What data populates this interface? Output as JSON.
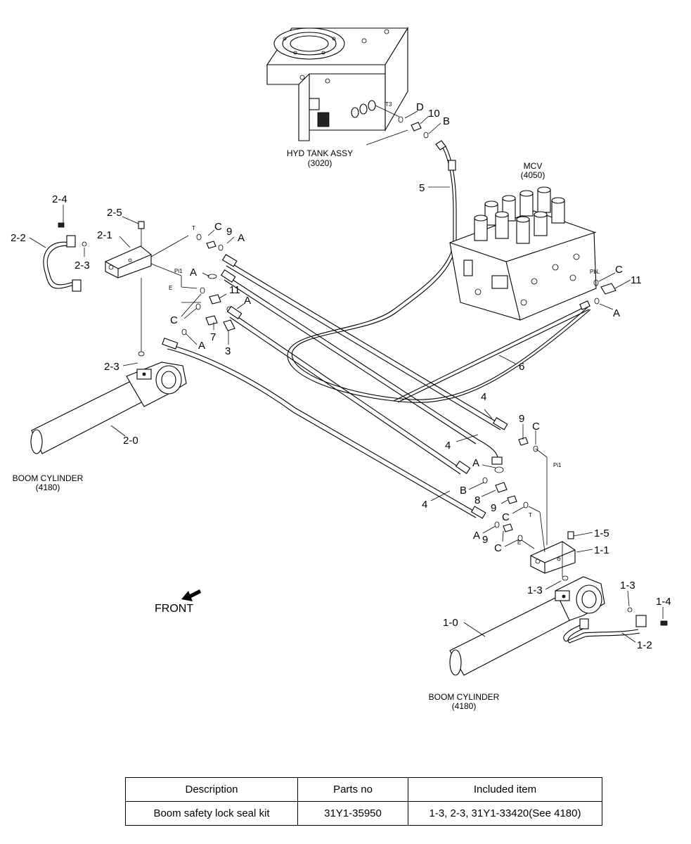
{
  "assemblies": {
    "hyd_tank": {
      "name": "HYD TANK ASSY",
      "code": "(3020)"
    },
    "mcv": {
      "name": "MCV",
      "code": "(4050)"
    },
    "boom_left": {
      "name": "BOOM CYLINDER",
      "code": "(4180)"
    },
    "boom_right": {
      "name": "BOOM CYLINDER",
      "code": "(4180)"
    }
  },
  "callouts": {
    "c2_4": "2-4",
    "c2_5": "2-5",
    "c2_2": "2-2",
    "c2_1": "2-1",
    "c2_3a": "2-3",
    "c2_3b": "2-3",
    "c2_0": "2-0",
    "cC_1": "C",
    "c9_1": "9",
    "cA_1": "A",
    "cA_2": "A",
    "c11_1": "11",
    "cC_2": "C",
    "cA_3": "A",
    "c7": "7",
    "cA_4": "A",
    "c3": "3",
    "cD": "D",
    "c10": "10",
    "cB_1": "B",
    "c5": "5",
    "cC_3": "C",
    "c11_2": "11",
    "cA_5": "A",
    "c6": "6",
    "c4_1": "4",
    "c4_2": "4",
    "c4_3": "4",
    "c9_2": "9",
    "cC_4": "C",
    "cA_6": "A",
    "cB_2": "B",
    "c8": "8",
    "c9_3": "9",
    "cC_5": "C",
    "cA_7": "A",
    "c9_4": "9",
    "cC_6": "C",
    "c1_5": "1-5",
    "c1_1": "1-1",
    "c1_3a": "1-3",
    "c1_3b": "1-3",
    "c1_4": "1-4",
    "c1_0": "1-0",
    "c1_2": "1-2"
  },
  "port_labels": {
    "T3": "T3",
    "T_1": "T",
    "Pi1_1": "Pi1",
    "E_1": "E",
    "PbL": "PbL",
    "Pi1_2": "Pi1",
    "T_2": "T",
    "E_2": "E"
  },
  "front_label": "FRONT",
  "parts_table": {
    "headers": [
      "Description",
      "Parts no",
      "Included item"
    ],
    "rows": [
      [
        "Boom safety lock seal kit",
        "31Y1-35950",
        "1-3, 2-3, 31Y1-33420(See 4180)"
      ]
    ]
  }
}
